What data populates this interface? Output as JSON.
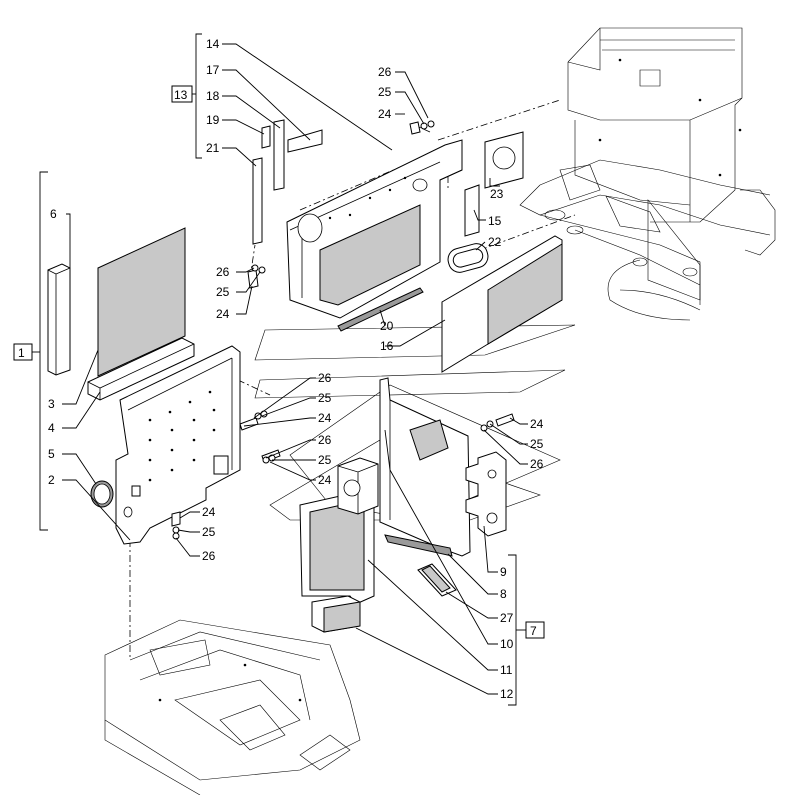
{
  "group_labels": {
    "g1": "1",
    "g7": "7",
    "g13": "13"
  },
  "callouts": {
    "c14": "14",
    "c17": "17",
    "c18": "18",
    "c19": "19",
    "c21": "21",
    "c26a": "26",
    "c25a": "25",
    "c24a": "24",
    "c23": "23",
    "c15": "15",
    "c22": "22",
    "c26b": "26",
    "c25b": "25",
    "c24b": "24",
    "c20": "20",
    "c16": "16",
    "c6": "6",
    "c3": "3",
    "c4": "4",
    "c5": "5",
    "c2": "2",
    "c26c": "26",
    "c25c": "25",
    "c24c": "24",
    "c26d": "26",
    "c25d": "25",
    "c24d": "24",
    "c24e": "24",
    "c25e": "25",
    "c26e": "26",
    "c24f": "24",
    "c25f": "25",
    "c26f": "26",
    "c9": "9",
    "c8": "8",
    "c27": "27",
    "c10": "10",
    "c11": "11",
    "c12": "12"
  }
}
